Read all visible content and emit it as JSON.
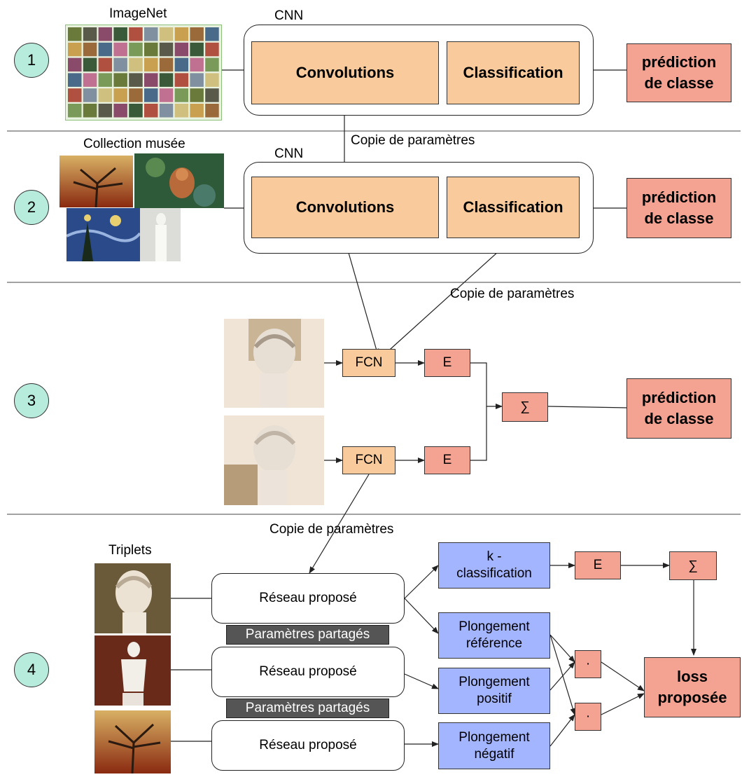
{
  "steps": [
    "1",
    "2",
    "3",
    "4"
  ],
  "labels": {
    "imagenet": "ImageNet",
    "cnn": "CNN",
    "collection": "Collection musée",
    "triplets": "Triplets"
  },
  "blocks": {
    "convolutions": "Convolutions",
    "classification": "Classification",
    "prediction_line1": "prédiction",
    "prediction_line2": "de classe",
    "fcn": "FCN",
    "e": "E",
    "sum": "∑",
    "dot": "·"
  },
  "transfer": {
    "copy": "Copie de paramètres"
  },
  "section4": {
    "network": "Réseau proposé",
    "shared": "Paramètres partagés",
    "kclass_line1": "k -",
    "kclass_line2": "classification",
    "emb_ref_line1": "Plongement",
    "emb_ref_line2": "référence",
    "emb_pos_line1": "Plongement",
    "emb_pos_line2": "positif",
    "emb_neg_line1": "Plongement",
    "emb_neg_line2": "négatif",
    "loss_line1": "loss",
    "loss_line2": "proposée"
  },
  "colors": {
    "step_circle": "#b7ecdc",
    "block_orange": "#f9cb9c",
    "block_red": "#f4a393",
    "block_blue": "#a4b5ff",
    "shared_dark": "#555555"
  }
}
